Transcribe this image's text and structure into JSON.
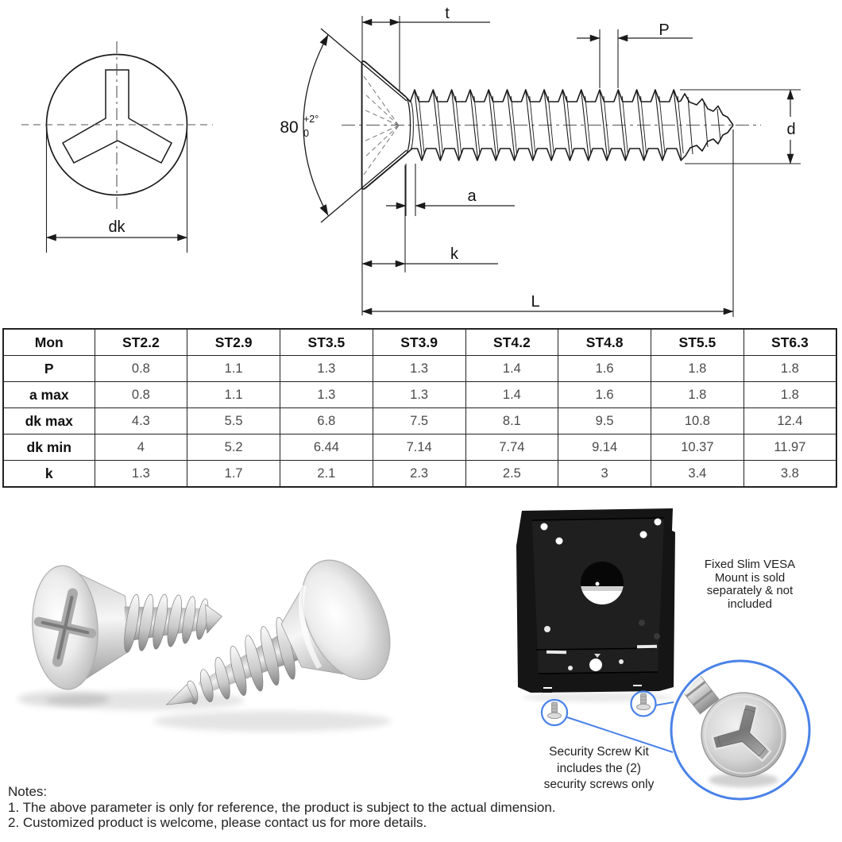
{
  "drawing": {
    "labels": {
      "t": "t",
      "P": "P",
      "d": "d",
      "a": "a",
      "k": "k",
      "L": "L",
      "dk": "dk",
      "angle": "80",
      "angle_tol_plus": "+2°",
      "angle_tol_zero": "0"
    }
  },
  "table": {
    "headers": [
      "Mon",
      "ST2.2",
      "ST2.9",
      "ST3.5",
      "ST3.9",
      "ST4.2",
      "ST4.8",
      "ST5.5",
      "ST6.3"
    ],
    "rows": [
      {
        "label": "P",
        "values": [
          "0.8",
          "1.1",
          "1.3",
          "1.3",
          "1.4",
          "1.6",
          "1.8",
          "1.8"
        ]
      },
      {
        "label": "a max",
        "values": [
          "0.8",
          "1.1",
          "1.3",
          "1.3",
          "1.4",
          "1.6",
          "1.8",
          "1.8"
        ]
      },
      {
        "label": "dk max",
        "values": [
          "4.3",
          "5.5",
          "6.8",
          "7.5",
          "8.1",
          "9.5",
          "10.8",
          "12.4"
        ]
      },
      {
        "label": "dk min",
        "values": [
          "4",
          "5.2",
          "6.44",
          "7.14",
          "7.74",
          "9.14",
          "10.37",
          "11.97"
        ]
      },
      {
        "label": "k",
        "values": [
          "1.3",
          "1.7",
          "2.1",
          "2.3",
          "2.5",
          "3",
          "3.4",
          "3.8"
        ]
      }
    ]
  },
  "captions": {
    "vesa_mount": "Fixed Slim VESA\nMount is sold\nseparately & not\nincluded",
    "security_kit": "Security Screw Kit\nincludes the (2)\nsecurity screws only"
  },
  "notes": {
    "title": "Notes:",
    "items": [
      "1. The above parameter is only for reference, the product is subject to the actual dimension.",
      "2. Customized product is welcome, please contact us for more details."
    ]
  },
  "colors": {
    "callout_blue": "#4a82e8",
    "line_black": "#1a1a1a"
  }
}
